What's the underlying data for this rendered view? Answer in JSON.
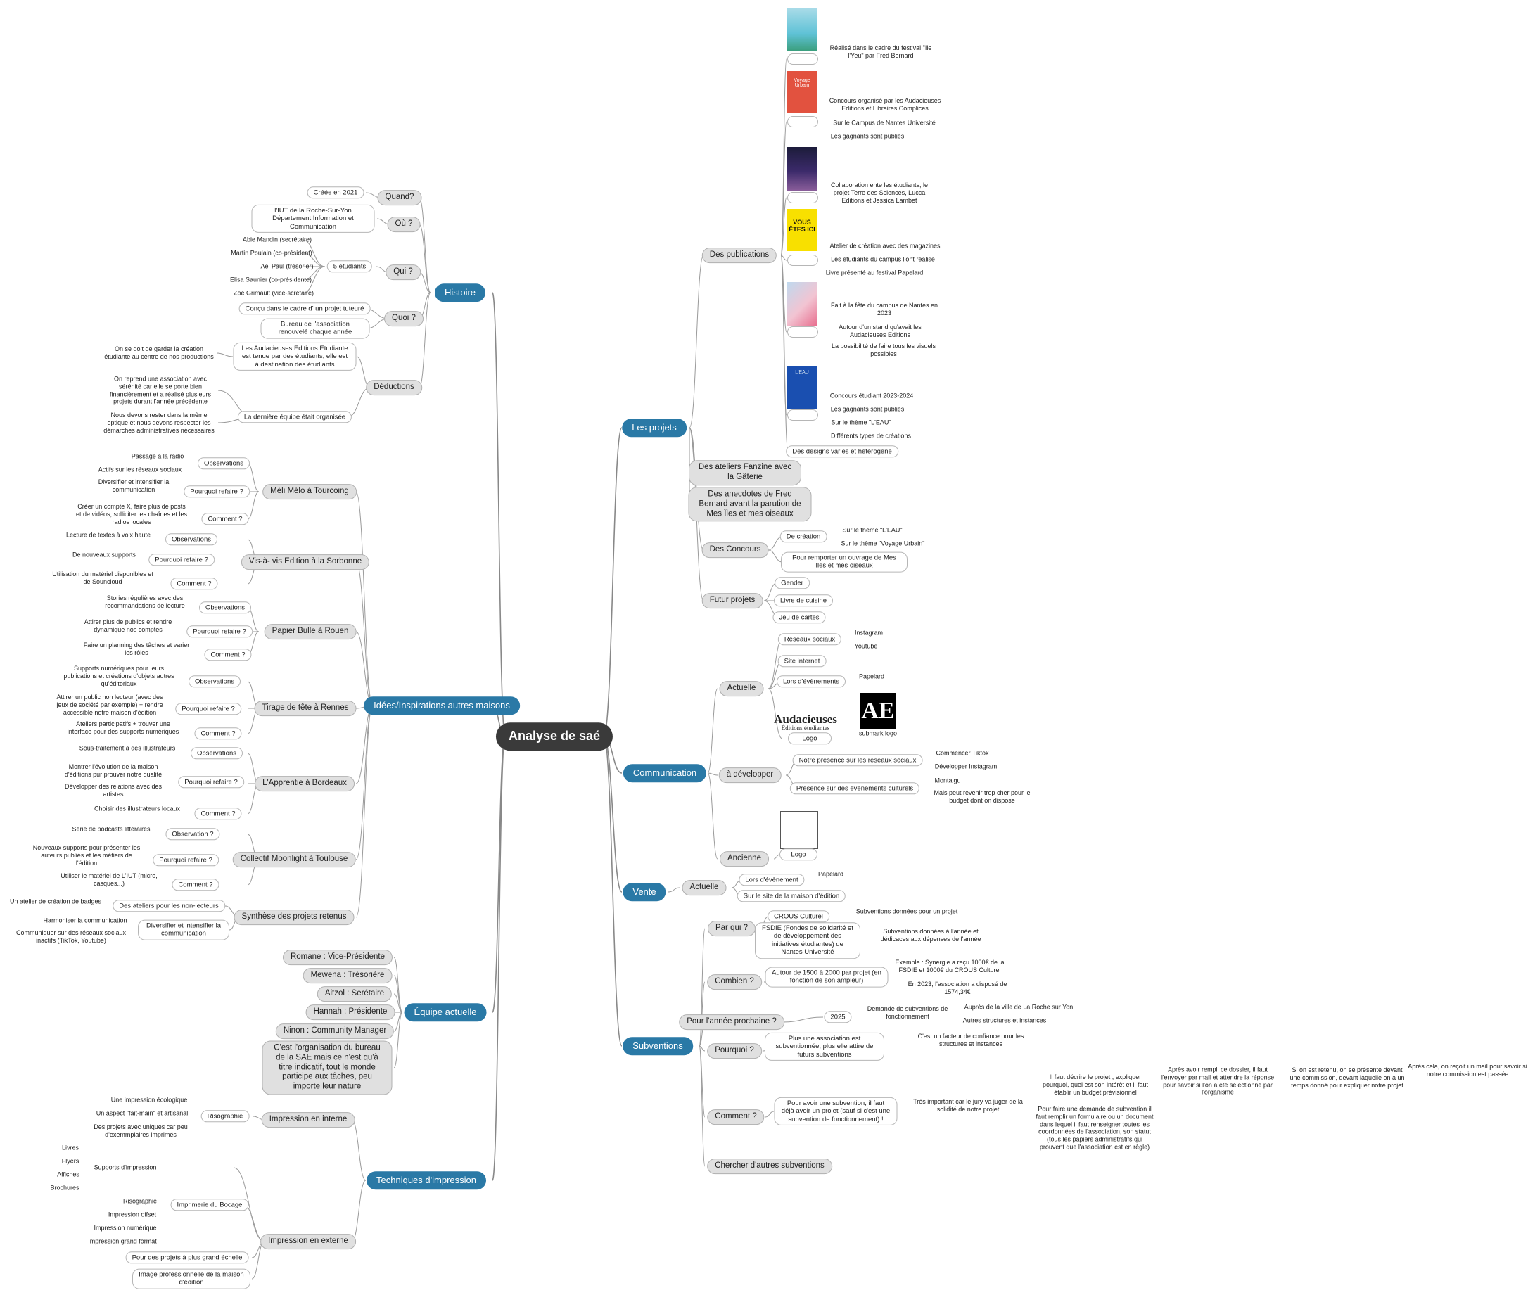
{
  "center": {
    "label": "Analyse de saé"
  },
  "histoire": {
    "label": "Histoire",
    "quand": {
      "label": "Quand?",
      "items": [
        "Créée en 2021"
      ]
    },
    "ou": {
      "label": "Où ?",
      "items": [
        "l'IUT de la Roche-Sur-Yon Département Information et Communication"
      ]
    },
    "qui": {
      "label": "Qui ?",
      "group": "5 étudiants",
      "items": [
        "Abie Mandin (secrétaire)",
        "Martin Poulain (co-président)",
        "Aël Paul (trésorier)",
        "Elisa Saunier (co-présidente)",
        "Zoé Grimault (vice-scrétaire)"
      ]
    },
    "quoi": {
      "label": "Quoi ?",
      "items": [
        "Conçu dans le cadre d' un projet tuteuré",
        "Bureau de l'association renouvelé chaque année"
      ]
    },
    "deductions": {
      "label": "Déductions",
      "a": {
        "label": "Les Audacieuses Editions Etudiante est tenue par des étudiants, elle est à destination des étudiants",
        "items": [
          "On se doit de garder la création étudiante au centre de nos productions"
        ]
      },
      "b": {
        "label": "La dernière équipe était organisée",
        "items": [
          "On reprend une association avec sérénité car elle se porte bien financièrement et a réalisé plusieurs projets durant l'année précédente",
          "Nous devons rester dans la même optique et nous devons respecter les démarches administratives nécessaires"
        ]
      }
    }
  },
  "idees": {
    "label": "Idées/Inspirations autres maisons",
    "meli": {
      "label": "Méli Mélo à Tourcoing",
      "obs": "Observations",
      "obs_items": [
        "Passage à la radio",
        "Actifs sur les réseaux sociaux"
      ],
      "pq": "Pourquoi refaire ?",
      "pq_items": [
        "Diversifier et intensifier la communication"
      ],
      "cm": "Comment ?",
      "cm_items": [
        "Créer un compte X, faire plus de posts et de vidéos, solliciter les chaînes et les radios locales"
      ]
    },
    "vis": {
      "label": "Vis-à- vis Edition à la Sorbonne",
      "obs": "Observations",
      "obs_items": [
        "Lecture de textes à voix haute"
      ],
      "pq": "Pourquoi refaire ?",
      "pq_items": [
        "De nouveaux supports"
      ],
      "cm": "Comment ?",
      "cm_items": [
        "Utilisation du matériel disponibles et de Souncloud"
      ]
    },
    "papier": {
      "label": "Papier Bulle à Rouen",
      "obs": "Observations",
      "obs_items": [
        "Stories régulières avec des recommandations de lecture"
      ],
      "pq": "Pourquoi refaire ?",
      "pq_items": [
        "Attirer plus de publics et rendre dynamique nos comptes"
      ],
      "cm": "Comment ?",
      "cm_items": [
        "Faire un planning des tâches et varier les rôles"
      ]
    },
    "tirage": {
      "label": "Tirage de tête à Rennes",
      "obs": "Observations",
      "obs_items": [
        "Supports numériques pour leurs publications et créations d'objets autres qu'éditoriaux"
      ],
      "pq": "Pourquoi refaire ?",
      "pq_items": [
        "Attirer un public non lecteur (avec des jeux de société par exemple) + rendre accessible notre maison d'édition"
      ],
      "cm": "Comment ?",
      "cm_items": [
        "Ateliers participatifs + trouver une interface pour des supports numériques"
      ]
    },
    "app": {
      "label": "L'Apprentie à Bordeaux",
      "obs": "Observations",
      "obs_items": [
        "Sous-traitement à des illustrateurs"
      ],
      "pq": "Pourquoi refaire ?",
      "pq_items": [
        "Montrer l'évolution de la maison d'éditions pur prouver notre qualité",
        "Développer des relations avec des artistes"
      ],
      "cm": "Comment ?",
      "cm_items": [
        "Choisir des illustrateurs locaux"
      ]
    },
    "moon": {
      "label": "Collectif Moonlight à Toulouse",
      "obs": "Observation ?",
      "obs_items": [
        "Série de podcasts littéraires"
      ],
      "pq": "Pourquoi refaire ?",
      "pq_items": [
        "Nouveaux supports pour présenter les auteurs publiés et les métiers de l'édition"
      ],
      "cm": "Comment ?",
      "cm_items": [
        "Utiliser le matériel de L'IUT (micro, casques...)"
      ]
    },
    "synth": {
      "label": "Synthèse des projets retenus",
      "a": "Des ateliers pour les non-lecteurs",
      "a_items": [
        "Un atelier de création de badges"
      ],
      "b": "Diversifier et intensifier la communication",
      "b_items": [
        "Harmoniser la communication",
        "Communiquer sur des réseaux sociaux inactifs (TikTok, Youtube)"
      ]
    }
  },
  "equipe": {
    "label": "Équipe actuelle",
    "items": [
      "Romane : Vice-Présidente",
      "Mewena : Trésorière",
      "Aitzol : Serétaire",
      "Hannah : Présidente",
      "Ninon : Community Manager",
      "C'est l'organisation du bureau de la SAE mais ce n'est qu'à titre indicatif, tout le monde participe aux tâches, peu importe leur nature"
    ]
  },
  "tech": {
    "label": "Techniques d'impression",
    "interne": {
      "label": "Impression en interne",
      "riso": "Risographie",
      "riso_items": [
        "Une impression écologique",
        "Un aspect \"fait-main\" et artisanal",
        "Des projets avec uniques car peu d'exemmplaires imprimés"
      ]
    },
    "externe": {
      "label": "Impression en externe",
      "sup": "Supports d'impression",
      "sup_items": [
        "Livres",
        "Flyers",
        "Affiches",
        "Brochures"
      ],
      "imp": "Imprimerie du Bocage",
      "imp_items": [
        "Risographie",
        "Impression offset",
        "Impression numérique",
        "Impression grand format"
      ],
      "other": [
        "Pour des projets à plus grand échelle",
        "Image professionnelle de la maison d'édition"
      ]
    }
  },
  "projets": {
    "label": "Les projets",
    "pubs": {
      "label": "Des publications",
      "p1": [
        "Réalisé dans le cadre du festival \"Ile l'Yeu\" par Fred Bernard"
      ],
      "p2": [
        "Concours organisé par les Audacieuses Editions et Libraires Complices",
        "Sur le Campus de Nantes Université",
        "Les gagnants sont publiés"
      ],
      "p3": [
        "Collaboration ente les étudiants, le projet Terre des Sciences, Lucca Editions et Jessica Lambet"
      ],
      "p4": [
        "Atelier de création avec des magazines",
        "Les étudiants du campus l'ont réalisé",
        "Livre présenté au festival Papelard"
      ],
      "p5": [
        "Fait à la fête du campus de Nantes en 2023",
        "Autour d'un stand qu'avait les Audacieuses Editions",
        "La possibilité de faire tous les visuels possibles"
      ],
      "p6": [
        "Concours étudiant 2023-2024",
        "Les gagnants sont publiés",
        "Sur le thème \"L'EAU\"",
        "Différents types de créations"
      ],
      "designs": "Des designs variés et hétérogène",
      "cover2_title": "Voyage Urbain",
      "cover4_title": "VOUS ÊTES ICI",
      "cover6_title": "L'EAU"
    },
    "fanzine": "Des ateliers Fanzine avec la Gâterie",
    "anecdotes": "Des anecdotes de Fred Bernard avant la parution de Mes Îles et mes oiseaux",
    "concours": {
      "label": "Des Concours",
      "creation": "De création",
      "creation_items": [
        "Sur le thème \"L'EAU\"",
        "Sur le thème \"Voyage Urbain\""
      ],
      "remporter": "Pour remporter un ouvrage de Mes Iles et mes oiseaux"
    },
    "futur": {
      "label": "Futur projets",
      "items": [
        "Gender",
        "Livre de cuisine",
        "Jeu de cartes"
      ]
    }
  },
  "comm": {
    "label": "Communication",
    "actuelle": {
      "label": "Actuelle",
      "reseaux": "Réseaux sociaux",
      "reseaux_items": [
        "Instagram",
        "Youtube"
      ],
      "site": "Site internet",
      "evts": "Lors d'évènements",
      "evts_items": [
        "Papelard"
      ],
      "logo": "Logo",
      "logo_caption": "submark logo",
      "auda_logo": "Audacieuses",
      "auda_sub": "Éditions étudiantes",
      "ae_logo": "AE"
    },
    "dev": {
      "label": "à développer",
      "a": "Notre présence sur les réseaux sociaux",
      "a_items": [
        "Commencer Tiktok",
        "Développer Instagram"
      ],
      "b": "Présence sur des évènements culturels",
      "b_items": [
        "Montaigu",
        "Mais peut revenir trop cher pour le budget dont on dispose"
      ]
    },
    "ancienne": {
      "label": "Ancienne",
      "logo": "Logo"
    }
  },
  "vente": {
    "label": "Vente",
    "actuelle": "Actuelle",
    "evt": "Lors d'évènement",
    "evt_items": [
      "Papelard"
    ],
    "site": "Sur le site de la maison d'édition"
  },
  "subv": {
    "label": "Subventions",
    "parqui": {
      "label": "Par qui ?",
      "crous": "CROUS Culturel",
      "crous_items": [
        "Subventions données pour un projet"
      ],
      "fsdie": "FSDIE (Fondes de solidarité et de développement des initiatives étudiantes) de Nantes Université",
      "fsdie_items": [
        "Subventions données à l'année et dédicaces aux dépenses de l'année"
      ]
    },
    "combien": {
      "label": "Combien ?",
      "a": "Autour de 1500 à 2000 par projet (en fonction de son ampleur)",
      "items": [
        "Exemple : Synergie a reçu 1000€ de la FSDIE et 1000€ du CROUS Culturel",
        "En 2023, l'association a disposé de 1574,34€"
      ]
    },
    "annee": {
      "label": "Pour l'année prochaine ?",
      "y": "2025",
      "dem": "Demande de subventions de fonctionnement",
      "items": [
        "Auprès de la ville de La Roche sur Yon",
        "Autres structures et instances"
      ]
    },
    "pourquoi": {
      "label": "Pourquoi ?",
      "a": "Plus une association est subventionnée, plus elle attire de futurs subventions",
      "items": [
        "C'est un facteur de confiance pour les structures et instances"
      ]
    },
    "comment": {
      "label": "Comment ?",
      "a": "Pour avoir une subvention, il faut déjà avoir un projet (sauf si c'est une subvention de fonctionnement) !",
      "b": "Très important car le jury va juger de la solidité de notre projet",
      "c1": "Il faut décrire le projet , expliquer pourquoi, quel est son intérêt et il faut établir un budget prévisionnel",
      "c2": "Pour faire une demande de subvention il faut remplir un formulaire ou un document dans lequel il faut renseigner toutes les coordonnées de l'association, son statut (tous les papiers administratifs qui prouvent que l'association est en règle)",
      "d": "Après avoir rempli ce dossier, il faut l'envoyer par mail et attendre la réponse pour savoir si l'on a été sélectionné par l'organisme",
      "e": "Si on est retenu, on se présente devant une commission, devant laquelle on a un temps donné pour expliquer notre projet",
      "f": "Après cela, on reçoit un mail pour savoir si notre commission est passée"
    },
    "autres": {
      "label": "Chercher d'autres subventions"
    }
  }
}
